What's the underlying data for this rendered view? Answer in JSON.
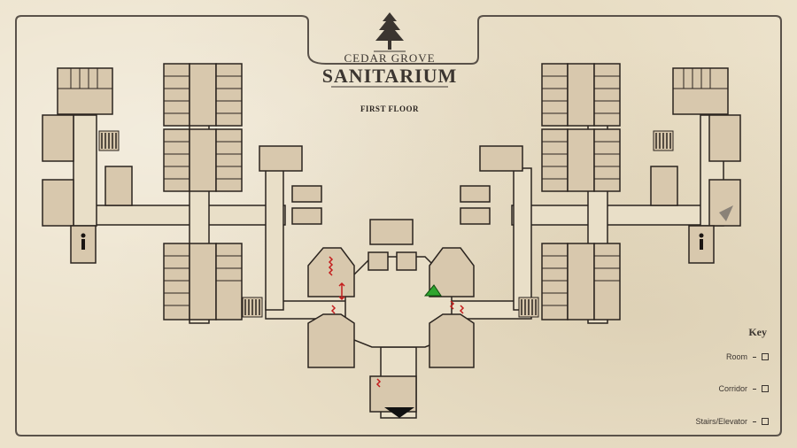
{
  "brand": {
    "top_line": "CEDAR GROVE",
    "main_line": "SANITARIUM"
  },
  "floor_label": "FIRST FLOOR",
  "key": {
    "title": "Key",
    "items": [
      {
        "label": "Room"
      },
      {
        "label": "Corridor"
      },
      {
        "label": "Stairs/Elevator"
      }
    ]
  },
  "colors": {
    "parchment": "#ece2cb",
    "room_fill": "#d8c8ad",
    "wall": "#2b241f",
    "corridor": "#e8dfca",
    "door_red": "#c41e1e",
    "player_marker": "#2fa52f",
    "exit_marker": "#111111"
  },
  "icons": {
    "logo": "cedar-tree-icon",
    "restroom": "person-icon",
    "player": "player-marker-icon",
    "exit": "exit-arrow-icon",
    "stairs": "stairs-icon"
  }
}
